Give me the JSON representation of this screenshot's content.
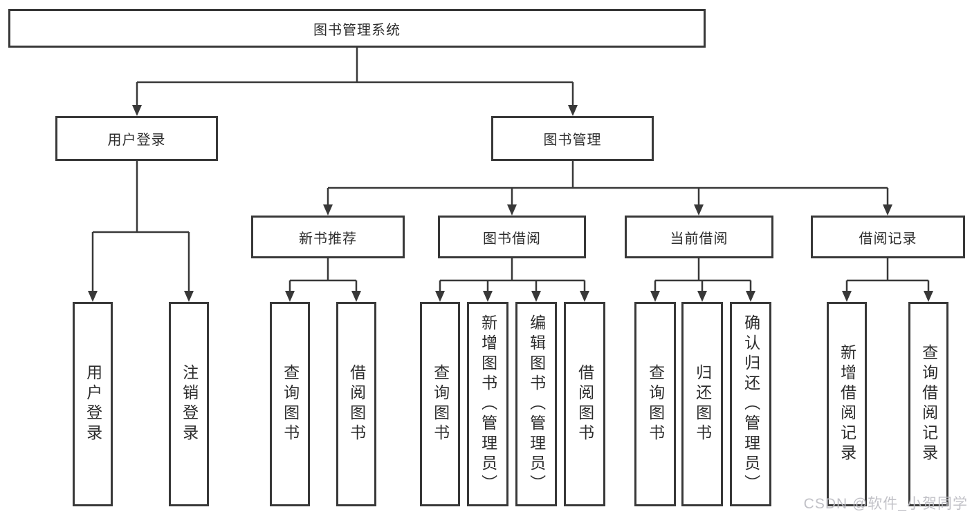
{
  "diagram": {
    "title": "图书管理系统",
    "root": {
      "label": "图书管理系统"
    },
    "branches": [
      {
        "label": "用户登录",
        "children": [
          {
            "label": "用户登录"
          },
          {
            "label": "注销登录"
          }
        ]
      },
      {
        "label": "图书管理",
        "children": [
          {
            "label": "新书推荐",
            "children": [
              {
                "label": "查询图书"
              },
              {
                "label": "借阅图书"
              }
            ]
          },
          {
            "label": "图书借阅",
            "children": [
              {
                "label": "查询图书"
              },
              {
                "label": "新增图书（管理员）"
              },
              {
                "label": "编辑图书（管理员）"
              },
              {
                "label": "借阅图书"
              }
            ]
          },
          {
            "label": "当前借阅",
            "children": [
              {
                "label": "查询图书"
              },
              {
                "label": "归还图书"
              },
              {
                "label": "确认归还（管理员）"
              }
            ]
          },
          {
            "label": "借阅记录",
            "children": [
              {
                "label": "新增借阅记录"
              },
              {
                "label": "查询借阅记录"
              }
            ]
          }
        ]
      }
    ]
  },
  "watermark": "CSDN @软件_小贺同学",
  "colors": {
    "line": "#383838",
    "text": "#2d2d2d",
    "background": "#ffffff",
    "watermark": "#bebec4"
  }
}
